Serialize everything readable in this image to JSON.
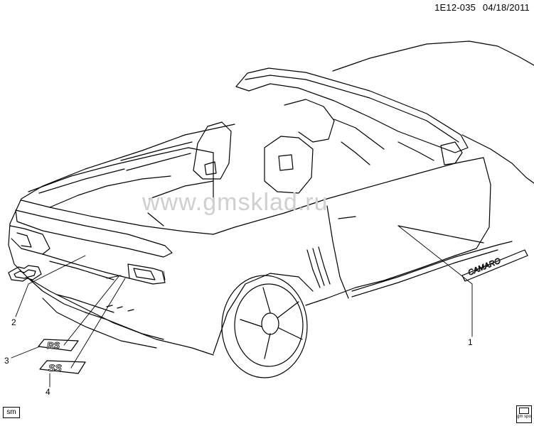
{
  "header": {
    "diagram_id": "1E12-035",
    "date": "04/18/2011"
  },
  "watermark": "www.gmsklad.ru",
  "corner_label": "sm",
  "logo_text": "gm spo",
  "callouts": [
    {
      "number": "1",
      "part": "camaro-door-emblem"
    },
    {
      "number": "2",
      "part": "chevrolet-bowtie-emblem"
    },
    {
      "number": "3",
      "part": "rs-emblem"
    },
    {
      "number": "4",
      "part": "ss-emblem"
    }
  ],
  "emblems": {
    "rs": "RS",
    "ss": "SS",
    "camaro": "CAMARO"
  }
}
